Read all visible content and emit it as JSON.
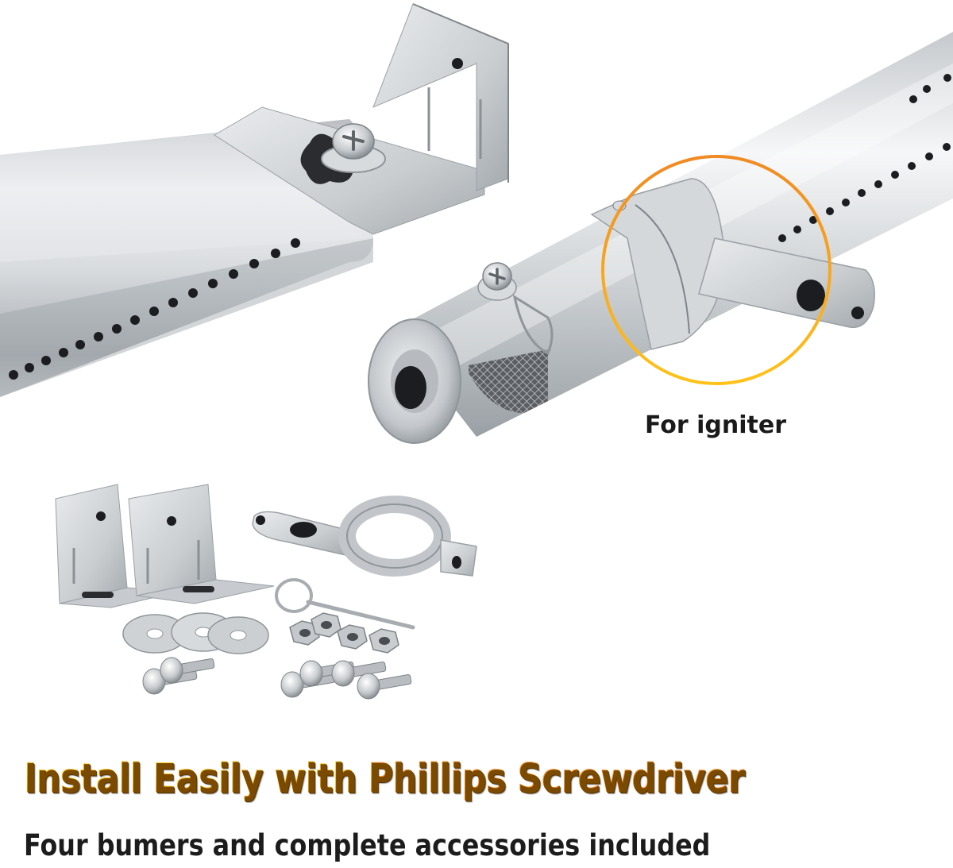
{
  "callout": {
    "label": "For igniter",
    "ring_color_top": "#f08a24",
    "ring_color_bottom": "#ffc21a"
  },
  "headline": {
    "part_a": "Install Easily with ",
    "part_b": "Phillips Screwdriver"
  },
  "subline": {
    "text": "Four bumers and complete accessories included"
  },
  "colors": {
    "steel_light": "#eef0f2",
    "steel_mid": "#c4c8cc",
    "steel_dark": "#8e9398",
    "hole": "#1b1d20",
    "headline_gold": "#f5b000",
    "headline_orange": "#ff8a1a"
  },
  "icons": [
    "burner-tube-left",
    "burner-tube-right",
    "mounting-bracket",
    "igniter-collar",
    "washer",
    "hex-nut",
    "phillips-screw",
    "cotter-pin"
  ]
}
